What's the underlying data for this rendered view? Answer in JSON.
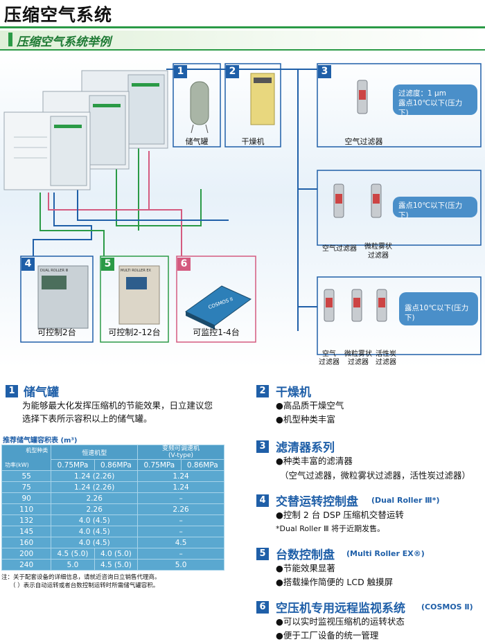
{
  "page": {
    "title": "压缩空气系统"
  },
  "banner": {
    "title": "压缩空气系统举例"
  },
  "diagram": {
    "items": [
      {
        "num": "1",
        "label": "储气罐"
      },
      {
        "num": "2",
        "label": "干燥机"
      },
      {
        "num": "3",
        "label": "空气过滤器"
      }
    ],
    "callouts": {
      "c1_line1": "过滤度：1 μm",
      "c1_line2": "露点10℃以下(压力下)",
      "c2": "露点10℃以下(压力下)",
      "c3": "露点10℃以下(压力下)"
    },
    "filter_labels": {
      "row2_a": "空气过滤器",
      "row2_b_1": "微粒雾状",
      "row2_b_2": "过滤器",
      "row3_a_1": "空气",
      "row3_a_2": "过滤器",
      "row3_b_1": "微粒雾状",
      "row3_b_2": "过滤器",
      "row3_c_1": "活性炭",
      "row3_c_2": "过滤器"
    },
    "controllers": [
      {
        "num": "4",
        "caption": "可控制2台"
      },
      {
        "num": "5",
        "caption": "可控制2-12台"
      },
      {
        "num": "6",
        "caption": "可监控1-4台"
      }
    ],
    "device_text": {
      "dual_roller": "DUAL ROLLER Ⅲ",
      "multi_roller": "MULTI ROLLER EX",
      "cosmos": "COSMOS II"
    }
  },
  "sections": {
    "s1": {
      "num": "1",
      "title": "储气罐",
      "text1": "为能够最大化发挥压缩机的节能效果，日立建议您",
      "text2": "选择下表所示容积以上的储气罐。"
    },
    "s2": {
      "num": "2",
      "title": "干燥机",
      "b1": "●高品质干燥空气",
      "b2": "●机型种类丰富"
    },
    "s3": {
      "num": "3",
      "title": "滤清器系列",
      "b1": "●种类丰富的滤清器",
      "b2": "（空气过滤器，微粒雾状过滤器，活性炭过滤器）"
    },
    "s4": {
      "num": "4",
      "title": "交替运转控制盘",
      "sub": "(Dual Roller Ⅲ*)",
      "b1": "●控制 2 台 DSP 压缩机交替运转",
      "b2": "*Dual Roller Ⅲ 将于近期发售。"
    },
    "s5": {
      "num": "5",
      "title": "台数控制盘",
      "sub": "(Multi Roller EX®)",
      "b1": "●节能效果显著",
      "b2": "●搭载操作简便的 LCD 触摸屏"
    },
    "s6": {
      "num": "6",
      "title": "空压机专用远程监视系统",
      "sub": "(COSMOS Ⅱ)",
      "b1": "●可以实时监视压缩机的运转状态",
      "b2": "●便于工厂设备的统一管理"
    }
  },
  "table": {
    "title": "推荐储气罐容积表 (m³)",
    "corner_top": "机型种类",
    "corner_bottom": "功率(kW)",
    "group1": "恒速机型",
    "group2_1": "变频可调速机",
    "group2_2": "(V-type)",
    "pressures": [
      "0.75MPa",
      "0.86MPa",
      "0.75MPa",
      "0.86MPa"
    ],
    "rows": [
      {
        "kw": "55",
        "fixed": "1.24 (2.26)",
        "vtype": "1.24"
      },
      {
        "kw": "75",
        "fixed": "1.24 (2.26)",
        "vtype": "1.24"
      },
      {
        "kw": "90",
        "fixed": "2.26",
        "vtype": "–"
      },
      {
        "kw": "110",
        "fixed": "2.26",
        "vtype": "2.26"
      },
      {
        "kw": "132",
        "fixed": "4.0 (4.5)",
        "vtype": "–"
      },
      {
        "kw": "145",
        "fixed": "4.0 (4.5)",
        "vtype": "–"
      },
      {
        "kw": "160",
        "fixed": "4.0 (4.5)",
        "vtype": "4.5"
      },
      {
        "kw": "200",
        "fixed_a": "4.5 (5.0)",
        "fixed_b": "4.0 (5.0)",
        "vtype": "–"
      },
      {
        "kw": "240",
        "fixed_a": "5.0",
        "fixed_b": "4.5 (5.0)",
        "vtype": "5.0"
      }
    ],
    "note1": "注：关于配套设备的详细信息，请就近咨询日立销售代理商。",
    "note2": "（ ）表示自动运转或者台数控制运转时所需储气罐容积。"
  },
  "colors": {
    "green": "#2a9a46",
    "blue": "#1f5fa8",
    "pink": "#d45a7f",
    "callout": "#4a8fc9",
    "table": "#5aa8d0"
  }
}
